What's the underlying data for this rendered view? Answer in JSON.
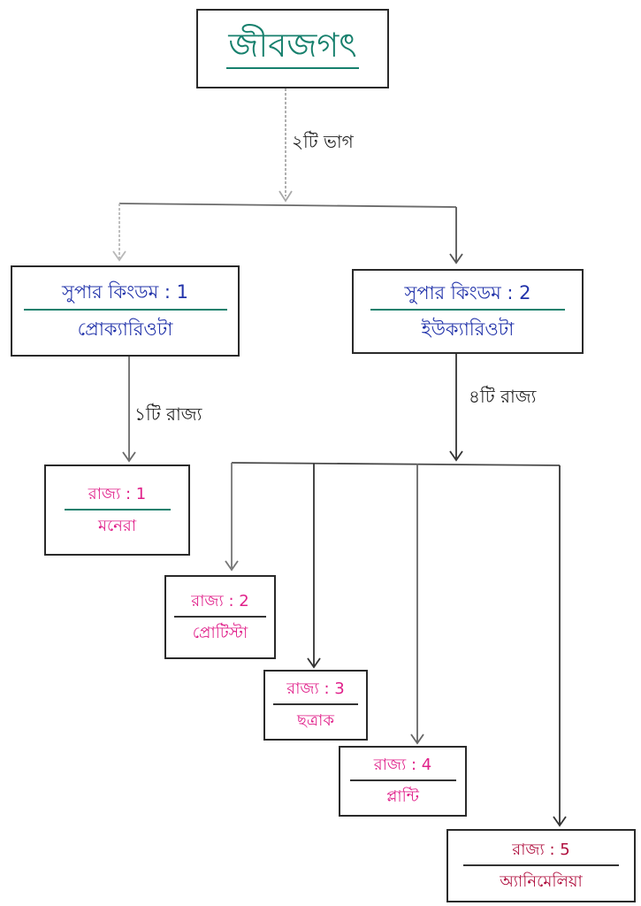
{
  "root": {
    "title": "জীবজগৎ"
  },
  "edge_labels": {
    "root_split": "২টি ভাগ",
    "sk1_kingdoms": "১টি রাজ্য",
    "sk2_kingdoms": "৪টি রাজ্য"
  },
  "super_kingdoms": [
    {
      "heading": "সুপার কিংডম : 1",
      "name": "প্রোক্যারিওটা"
    },
    {
      "heading": "সুপার কিংডম : 2",
      "name": "ইউক্যারিওটা"
    }
  ],
  "kingdoms": [
    {
      "heading": "রাজ্য : 1",
      "name": "মনেরা"
    },
    {
      "heading": "রাজ্য : 2",
      "name": "প্রোটিস্টা"
    },
    {
      "heading": "রাজ্য : 3",
      "name": "ছত্রাক"
    },
    {
      "heading": "রাজ্য : 4",
      "name": "প্লান্টি"
    },
    {
      "heading": "রাজ্য : 5",
      "name": "অ্যানিমেলিয়া"
    }
  ],
  "colors": {
    "root_text": "#17806d",
    "super_kingdom_text": "#2233aa",
    "kingdom_text": "#e0208a",
    "kingdom_5_text": "#b0103f",
    "border": "#2a2a2a",
    "connector": "#8a8a8a"
  }
}
